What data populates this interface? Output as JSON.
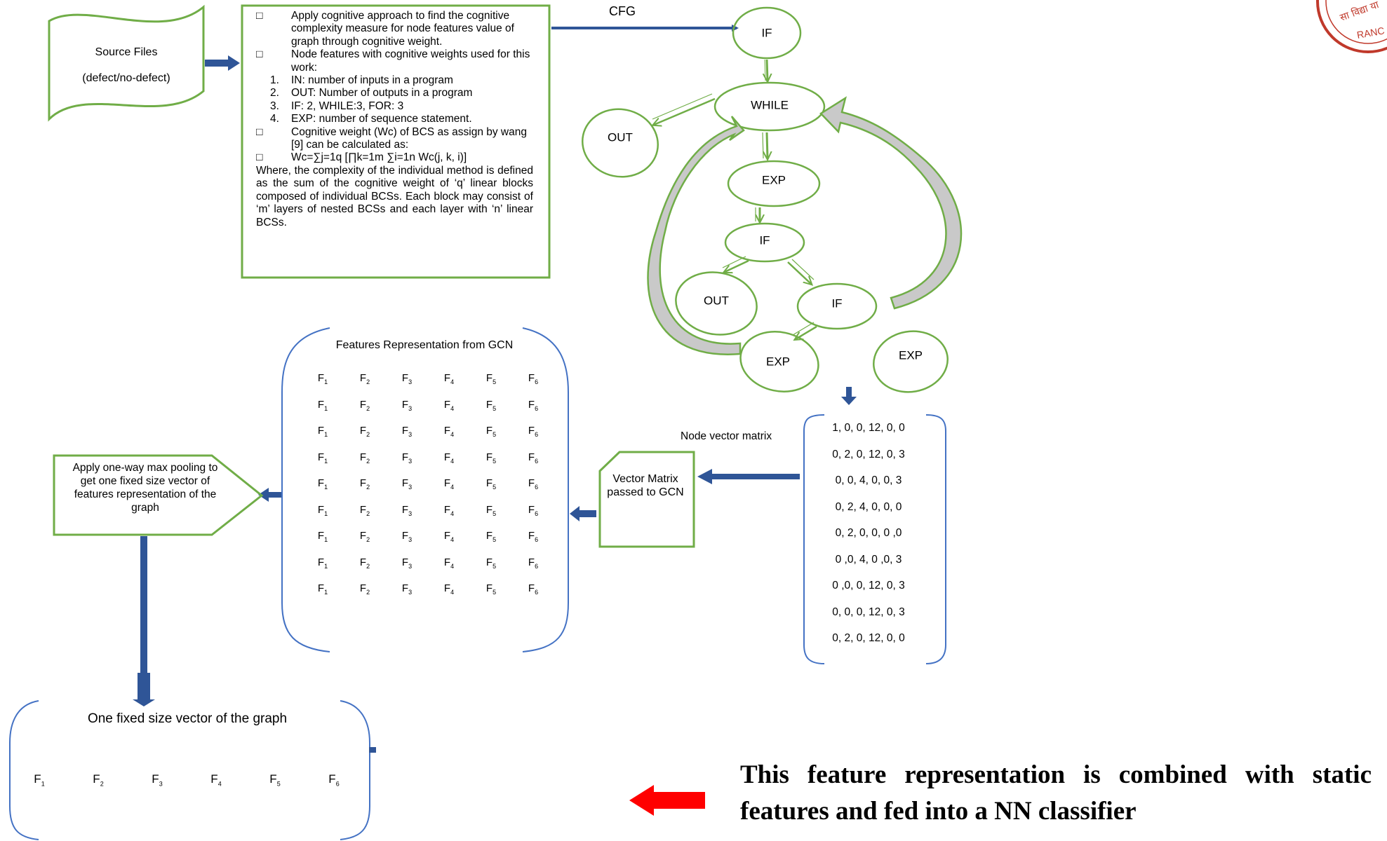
{
  "colors": {
    "green": "#70ad47",
    "blue_arrow": "#2f5597",
    "blue_frame": "#4472c4",
    "red_arrow": "#ff0000",
    "loop_gray": "#c9c9c9"
  },
  "source": {
    "title": "Source Files",
    "subtitle": "(defect/no-defect)"
  },
  "description": {
    "bullet_marker": "□",
    "b1": "Apply cognitive approach to find the cognitive complexity measure for node features value of graph through cognitive weight.",
    "b2": "Node features with cognitive weights used for this work:",
    "n1_mark": "1.",
    "n1": "IN: number of inputs in a program",
    "n2_mark": "2.",
    "n2": "OUT: Number of outputs in a program",
    "n3_mark": "3.",
    "n3": "IF: 2, WHILE:3, FOR: 3",
    "n4_mark": "4.",
    "n4": "EXP: number of sequence statement.",
    "b3": "Cognitive weight (Wc) of BCS as assign by wang [9] can be calculated as:",
    "b4": "Wc=∑j=1q [∏k=1m ∑i=1n Wc(j, k, i)]",
    "para": "Where, the complexity of the individual method is defined as the sum of the cognitive weight of ‘q’ linear blocks composed of individual BCSs. Each block may consist of ‘m’ layers of nested BCSs and each layer with ‘n’ linear BCSs."
  },
  "cfg": {
    "label": "CFG",
    "nodes": [
      "IF",
      "WHILE",
      "OUT",
      "EXP",
      "IF",
      "OUT",
      "IF",
      "EXP",
      "EXP"
    ]
  },
  "feature_matrix": {
    "title": "Features Representation from GCN",
    "columns": [
      "F1",
      "F2",
      "F3",
      "F4",
      "F5",
      "F6"
    ],
    "row_count": 9
  },
  "node_vector": {
    "label": "Node vector matrix",
    "rows": [
      "1, 0, 0, 12, 0, 0",
      "0, 2, 0, 12, 0, 3",
      "0, 0, 4, 0, 0, 3",
      "0, 2, 4, 0, 0, 0",
      "0, 2, 0, 0, 0 ,0",
      "0 ,0, 4, 0 ,0, 3",
      "0 ,0, 0, 12, 0, 3",
      "0, 0, 0, 12, 0, 3",
      "0, 2, 0, 12, 0, 0"
    ]
  },
  "vector_matrix": {
    "label": "Vector Matrix passed to GCN"
  },
  "pooling": {
    "label": "Apply one-way max pooling to get one fixed size vector of features representation of the graph"
  },
  "fixed_vector": {
    "title": "One fixed size vector of the graph",
    "features": [
      "F1",
      "F2",
      "F3",
      "F4",
      "F5",
      "F6"
    ]
  },
  "caption": "This feature representation is combined with static features and fed into a NN classifier",
  "logo": {
    "line1": "सा विद्या या",
    "line2": "RANC"
  }
}
